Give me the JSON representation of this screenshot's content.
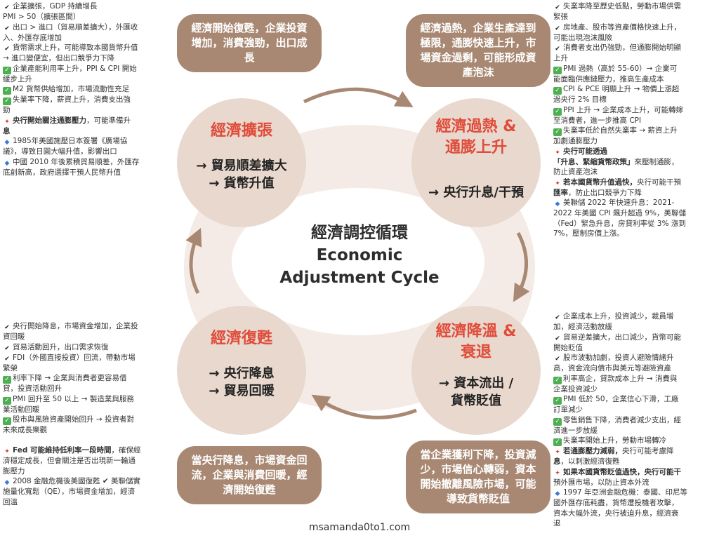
{
  "center": {
    "title_zh": "經濟調控循環",
    "title_en_line1": "Economic",
    "title_en_line2": "Adjustment Cycle"
  },
  "phases": {
    "expansion": {
      "title": "經濟擴張",
      "line1": "→ 貿易順差擴大",
      "line2": "→ 貨幣升值"
    },
    "overheat": {
      "title_line1": "經濟過熱 &",
      "title_line2": "通膨上升",
      "line1": "→ 央行升息/干預"
    },
    "recession": {
      "title_line1": "經濟降溫 &",
      "title_line2": "衰退",
      "line1": "→ 資本流出 /",
      "line2": "貨幣貶值"
    },
    "recovery": {
      "title": "經濟復甦",
      "line1": "→ 央行降息",
      "line2": "→ 貿易回暖"
    }
  },
  "bubbles": {
    "expansion": "經濟開始復甦，企業投資增加，消費強勁，出口成長",
    "overheat": "經濟過熱，企業生產達到極限，通膨快速上升，市場資金過剩，可能形成資產泡沫",
    "recession": "當企業獲利下降，投資減少，市場信心轉弱，資本開始撤離風險市場，可能導致貨幣貶值",
    "recovery": "當央行降息，市場資金回流，企業與消費回暖，經濟開始復甦"
  },
  "notes": {
    "top_left": [
      {
        "m": "check",
        "t": "企業擴張，GDP 持續增長"
      },
      {
        "m": "",
        "t": "PMI > 50（擴張區間）"
      },
      {
        "m": "check",
        "t": "出口 > 進口（貿易順差擴大），外匯收"
      },
      {
        "m": "",
        "t": "入、外匯存底增加"
      },
      {
        "m": "check",
        "t": "貨幣需求上升，可能導致本國貨幣升值"
      },
      {
        "m": "",
        "t": "→ 進口變便宜，但出口競爭力下降"
      },
      {
        "m": "green",
        "t": "企業產能利用率上升，PPI & CPI 開始"
      },
      {
        "m": "",
        "t": "緩步上升"
      },
      {
        "m": "green",
        "t": "M2 貨幣供給增加，市場流動性充足"
      },
      {
        "m": "green",
        "t": "失業率下降，薪資上升，消費支出強"
      },
      {
        "m": "",
        "t": "勁"
      },
      {
        "m": "pin",
        "t": "央行開始關注通膨壓力",
        "b": "，可能準備升"
      },
      {
        "m": "",
        "t": "息"
      },
      {
        "m": "diamond",
        "t": "1985年美國施壓日本簽署《廣場協"
      },
      {
        "m": "",
        "t": "議》，導致日圓大幅升值，影響出口"
      },
      {
        "m": "diamond",
        "t": "中國 2010 年後累積貿易順差，外匯存"
      },
      {
        "m": "",
        "t": "底創新高，政府選擇干預人民幣升值"
      }
    ],
    "top_right": [
      {
        "m": "check",
        "t": "失業率降至歷史低點，勞動市場供需"
      },
      {
        "m": "",
        "t": "緊張"
      },
      {
        "m": "check",
        "t": "房地產、股市等資產價格快速上升，"
      },
      {
        "m": "",
        "t": "可能出現泡沫風險"
      },
      {
        "m": "check",
        "t": "消費者支出仍強勁，但通膨開始明顯"
      },
      {
        "m": "",
        "t": "上升"
      },
      {
        "m": "green",
        "t": "PMI 過熱（高於 55-60）→ 企業可"
      },
      {
        "m": "",
        "t": "能面臨供應鏈壓力，推高生產成本"
      },
      {
        "m": "green",
        "t": "CPI & PCE 明顯上升 → 物價上漲超"
      },
      {
        "m": "",
        "t": "過央行 2% 目標"
      },
      {
        "m": "green",
        "t": "PPI 上升 → 企業成本上升，可能轉嫁"
      },
      {
        "m": "",
        "t": "至消費者，進一步推高 CPI"
      },
      {
        "m": "green",
        "t": "失業率低於自然失業率 → 薪資上升"
      },
      {
        "m": "",
        "t": "加劇通膨壓力"
      },
      {
        "m": "pin",
        "t": "央行可能透過"
      },
      {
        "m": "",
        "t": "「升息、緊縮貨幣政策」",
        "b": "來壓制通膨，"
      },
      {
        "m": "",
        "t": "防止資產泡沫"
      },
      {
        "m": "pin",
        "t": "若本國貨幣升值過快，",
        "b": "央行可能干預"
      },
      {
        "m": "",
        "t": "匯率",
        "b": "，防止出口競爭力下降"
      },
      {
        "m": "diamond",
        "t": "美聯儲 2022 年快速升息：2021-"
      },
      {
        "m": "",
        "t": "2022 年美國 CPI 飆升超過 9%，美聯儲"
      },
      {
        "m": "",
        "t": "（Fed）緊急升息，房貸利率從 3% 漲到"
      },
      {
        "m": "",
        "t": "7%，壓制房價上漲。"
      }
    ],
    "bottom_left": [
      {
        "m": "check",
        "t": "央行開始降息，市場資金增加，企業投"
      },
      {
        "m": "",
        "t": "資回暖"
      },
      {
        "m": "check",
        "t": "貿易活動回升，出口需求恢復"
      },
      {
        "m": "check",
        "t": "FDI（外國直接投資）回流，帶動市場"
      },
      {
        "m": "",
        "t": "繁榮"
      },
      {
        "m": "green",
        "t": "利率下降 → 企業與消費者更容易借"
      },
      {
        "m": "",
        "t": "貸，投資活動回升"
      },
      {
        "m": "green",
        "t": "PMI 回升至 50 以上 → 製造業與服務"
      },
      {
        "m": "",
        "t": "業活動回暖"
      },
      {
        "m": "green",
        "t": "股市與風險資產開始回升 → 投資者對"
      },
      {
        "m": "",
        "t": "未來成長樂觀"
      },
      {
        "m": "",
        "t": ""
      },
      {
        "m": "pin",
        "t": "Fed 可能維持低利率一段時間",
        "b": "，確保經"
      },
      {
        "m": "",
        "t": "濟穩定成長，但會關注是否出現新一輪通"
      },
      {
        "m": "",
        "t": "膨壓力"
      },
      {
        "m": "diamond",
        "t": "2008 金融危機後美國復甦 ✔ 美聯儲實"
      },
      {
        "m": "",
        "t": "施量化寬鬆（QE），市場資金增加，經濟"
      },
      {
        "m": "",
        "t": "回溫"
      }
    ],
    "bottom_right": [
      {
        "m": "check",
        "t": "企業成本上升，投資減少，裁員增"
      },
      {
        "m": "",
        "t": "加，經濟活動放緩"
      },
      {
        "m": "check",
        "t": "貿易逆差擴大，出口減少，貨幣可能"
      },
      {
        "m": "",
        "t": "開始貶值"
      },
      {
        "m": "check",
        "t": "股市波動加劇，投資人避險情緒升"
      },
      {
        "m": "",
        "t": "高，資金流向債市與美元等避險資產"
      },
      {
        "m": "green",
        "t": "利率高企，貸款成本上升 → 消費與"
      },
      {
        "m": "",
        "t": "企業投資減少"
      },
      {
        "m": "green",
        "t": "PMI 低於 50，企業信心下滑，工廠"
      },
      {
        "m": "",
        "t": "訂單減少"
      },
      {
        "m": "green",
        "t": "零售銷售下降，消費者減少支出，經"
      },
      {
        "m": "",
        "t": "濟進一步放緩"
      },
      {
        "m": "green",
        "t": "失業率開始上升，勞動市場轉冷"
      },
      {
        "m": "pin",
        "t": "若通膨壓力減弱，",
        "b": "央行可能考慮降"
      },
      {
        "m": "",
        "t": "息",
        "b": "，以刺激經濟復甦"
      },
      {
        "m": "pin",
        "t": "如果本國貨幣貶值過快，央行可能干"
      },
      {
        "m": "",
        "t": "預外匯市場，以防止資本外流"
      },
      {
        "m": "diamond",
        "t": "1997 年亞洲金融危機：泰國、印尼等"
      },
      {
        "m": "",
        "t": "國外匯存底耗盡，貨幣遭投機者攻擊，"
      },
      {
        "m": "",
        "t": "資本大幅外流，央行被迫升息，經濟衰"
      },
      {
        "m": "",
        "t": "退"
      }
    ]
  },
  "footer": "msamanda0to1.com",
  "colors": {
    "accent_red": "#e04b3a",
    "bubble_brown": "#a88873",
    "phase_circle": "#e8d8cd",
    "arrow_brown": "#a88873"
  }
}
